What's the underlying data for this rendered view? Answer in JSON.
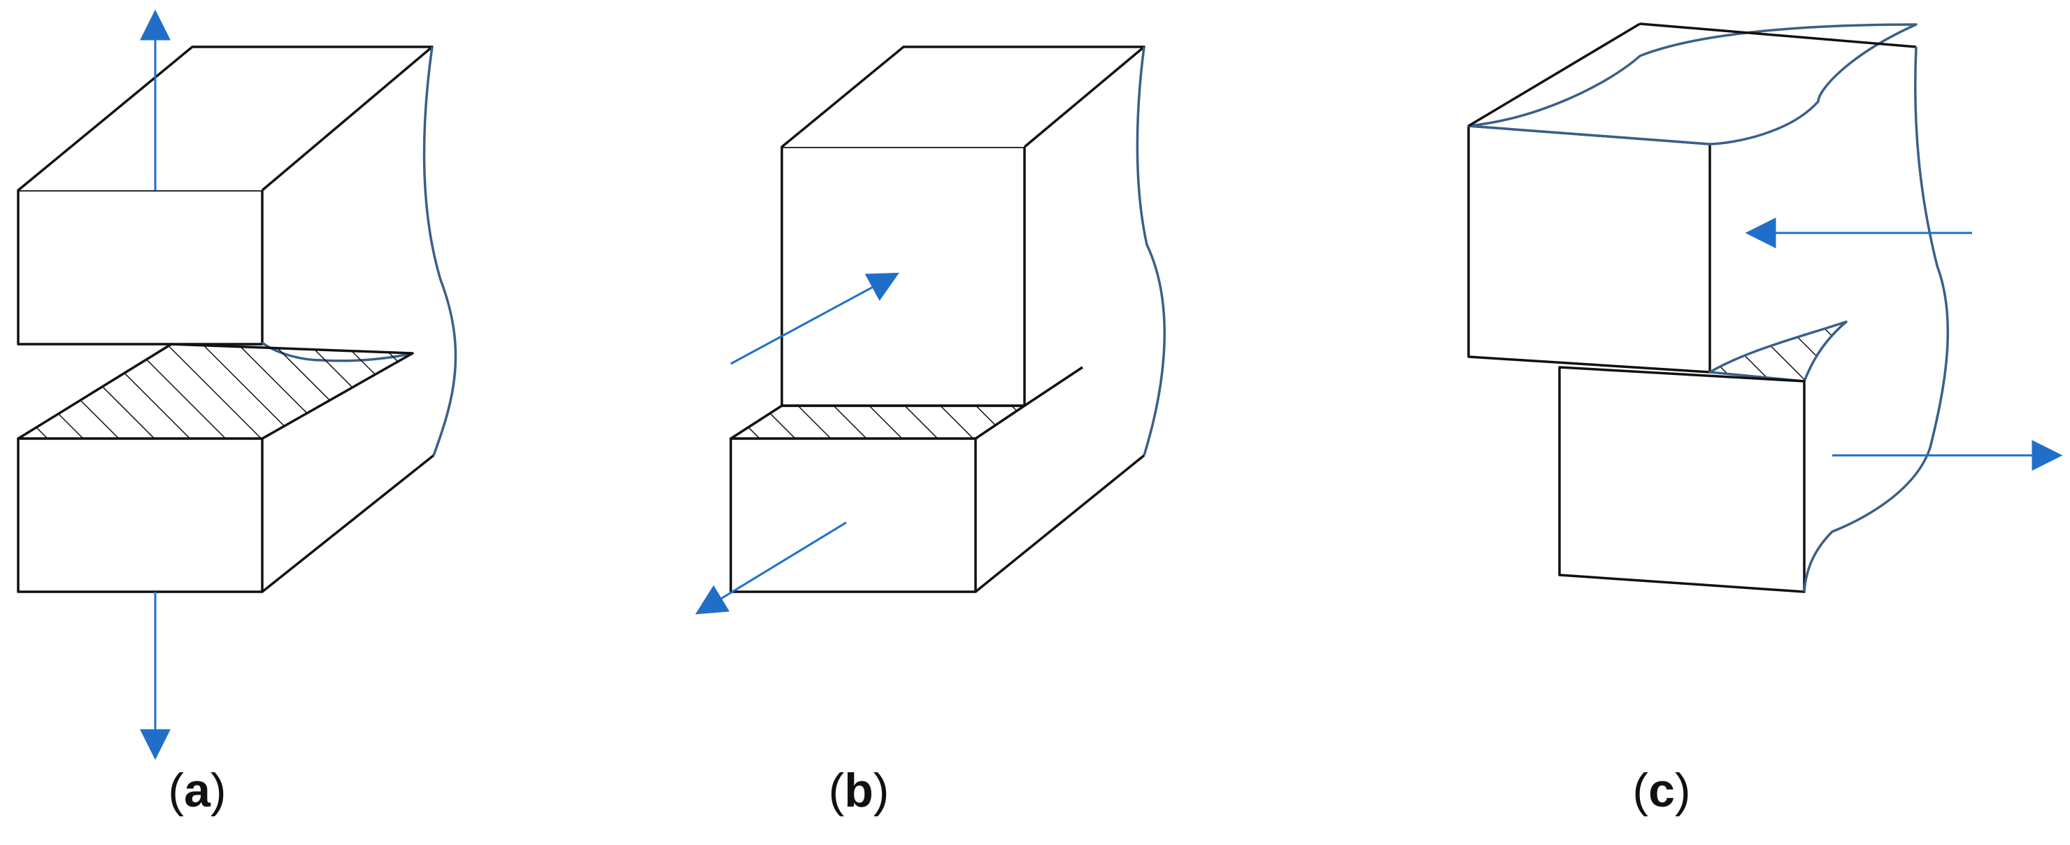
{
  "figure": {
    "panels": [
      {
        "id": "a",
        "caption_open": "(",
        "caption_letter": "a",
        "caption_close": ")"
      },
      {
        "id": "b",
        "caption_open": "(",
        "caption_letter": "b",
        "caption_close": ")"
      },
      {
        "id": "c",
        "caption_open": "(",
        "caption_letter": "c",
        "caption_close": ")"
      }
    ],
    "colors": {
      "outline": "#111111",
      "arrow": "#1f6fc9",
      "crack_edge": "#3a5f8a"
    }
  }
}
